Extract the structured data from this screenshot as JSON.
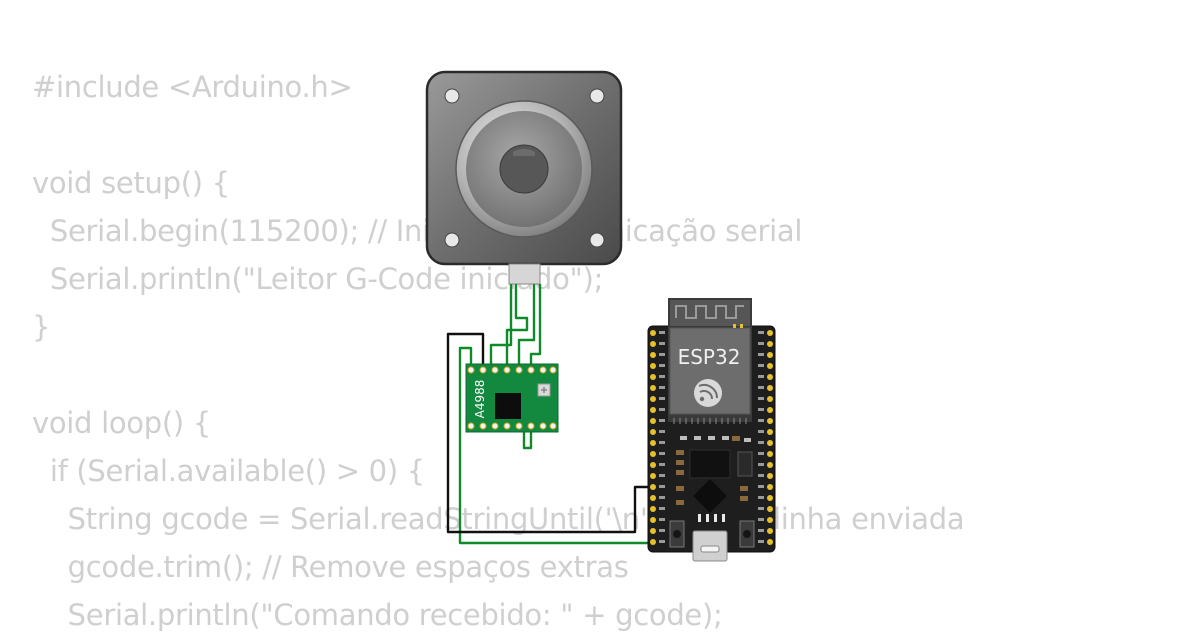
{
  "code_lines": [
    "#include <Arduino.h>",
    "",
    "void setup() {",
    "  Serial.begin(115200); // Inicializa comunicação serial",
    "  Serial.println(\"Leitor G-Code iniciado\");",
    "}",
    "",
    "void loop() {",
    "  if (Serial.available() > 0) {",
    "    String gcode = Serial.readStringUntil('\\n'); // Lê a linha enviada",
    "    gcode.trim(); // Remove espaços extras",
    "    Serial.println(\"Comando recebido: \" + gcode);"
  ],
  "driver": {
    "label": "A4988"
  },
  "mcu": {
    "label": "ESP32"
  },
  "colors": {
    "code_text": "#cfcfcf",
    "wire_green": "#0f8a2a",
    "wire_black": "#111111",
    "driver_pcb": "#13883f",
    "esp_board": "#1e1e1e",
    "esp_module": "#6d6d6d",
    "pin_gold": "#e6c12c"
  },
  "icons": [
    "stepper-motor-icon",
    "a4988-driver-icon",
    "esp32-board-icon",
    "espressif-logo-icon",
    "usb-port-icon"
  ]
}
